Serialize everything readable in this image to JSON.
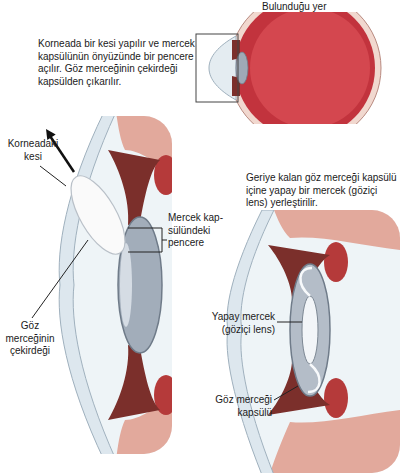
{
  "diagram": {
    "labels": [
      "Bulunduğu yer",
      "Korneada bir kesi yapılır ve mercek kapsülünün önyüzünde bir pencere açılır. Göz merceğinin çekirdeği kapsülden çıkarılır.",
      "Korneadaki kesi",
      "Geriye kalan göz merceği kapsülü içine yapay bir mercek (göziçi lens) yerleştirilir.",
      "Mercek kap- sülündeki pencere",
      "Yapay mercek (göziçi lens)",
      "Göz merceğinin çekirdeği",
      "Göz merceği kapsülü"
    ]
  }
}
